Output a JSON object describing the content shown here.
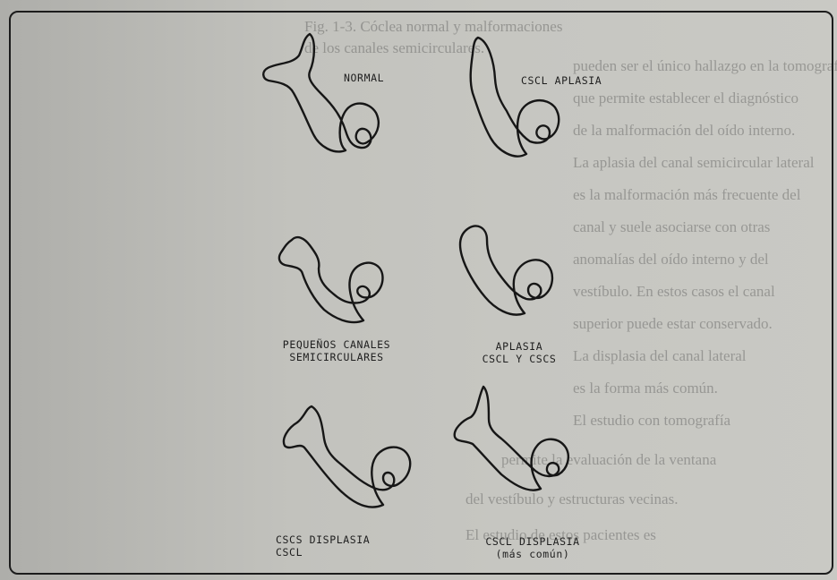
{
  "labels": {
    "normal": "NORMAL",
    "cscl_aplasia": "CSCL APLASIA",
    "small_canals_line1": "PEQUEÑOS CANALES",
    "small_canals_line2": "SEMICIRCULARES",
    "aplasia_line1": "APLASIA",
    "aplasia_line2": "CSCL Y CSCS",
    "cscs_dysplasia_line1": "CSCS DISPLASIA",
    "cscs_dysplasia_line2": "CSCL",
    "cscl_dysplasia_line1": "CSCL DISPLASIA",
    "cscl_dysplasia_line2": "(más común)"
  },
  "background_text": [
    "Fig. 1-3. Cóclea normal y malformaciones",
    "de los canales semicirculares.",
    "pueden ser el único hallazgo en la tomografía",
    "que permite establecer el diagnóstico",
    "de la malformación del oído interno.",
    "La aplasia del canal semicircular lateral",
    "es la malformación más frecuente del",
    "canal y suele asociarse con otras",
    "anomalías del oído interno y del",
    "vestíbulo. En estos casos el canal",
    "superior puede estar conservado.",
    "La displasia del canal lateral",
    "es la forma más común.",
    "El estudio con tomografía",
    "permite la evaluación de la ventana",
    "del vestíbulo y estructuras vecinas.",
    "El estudio de estos pacientes es"
  ]
}
